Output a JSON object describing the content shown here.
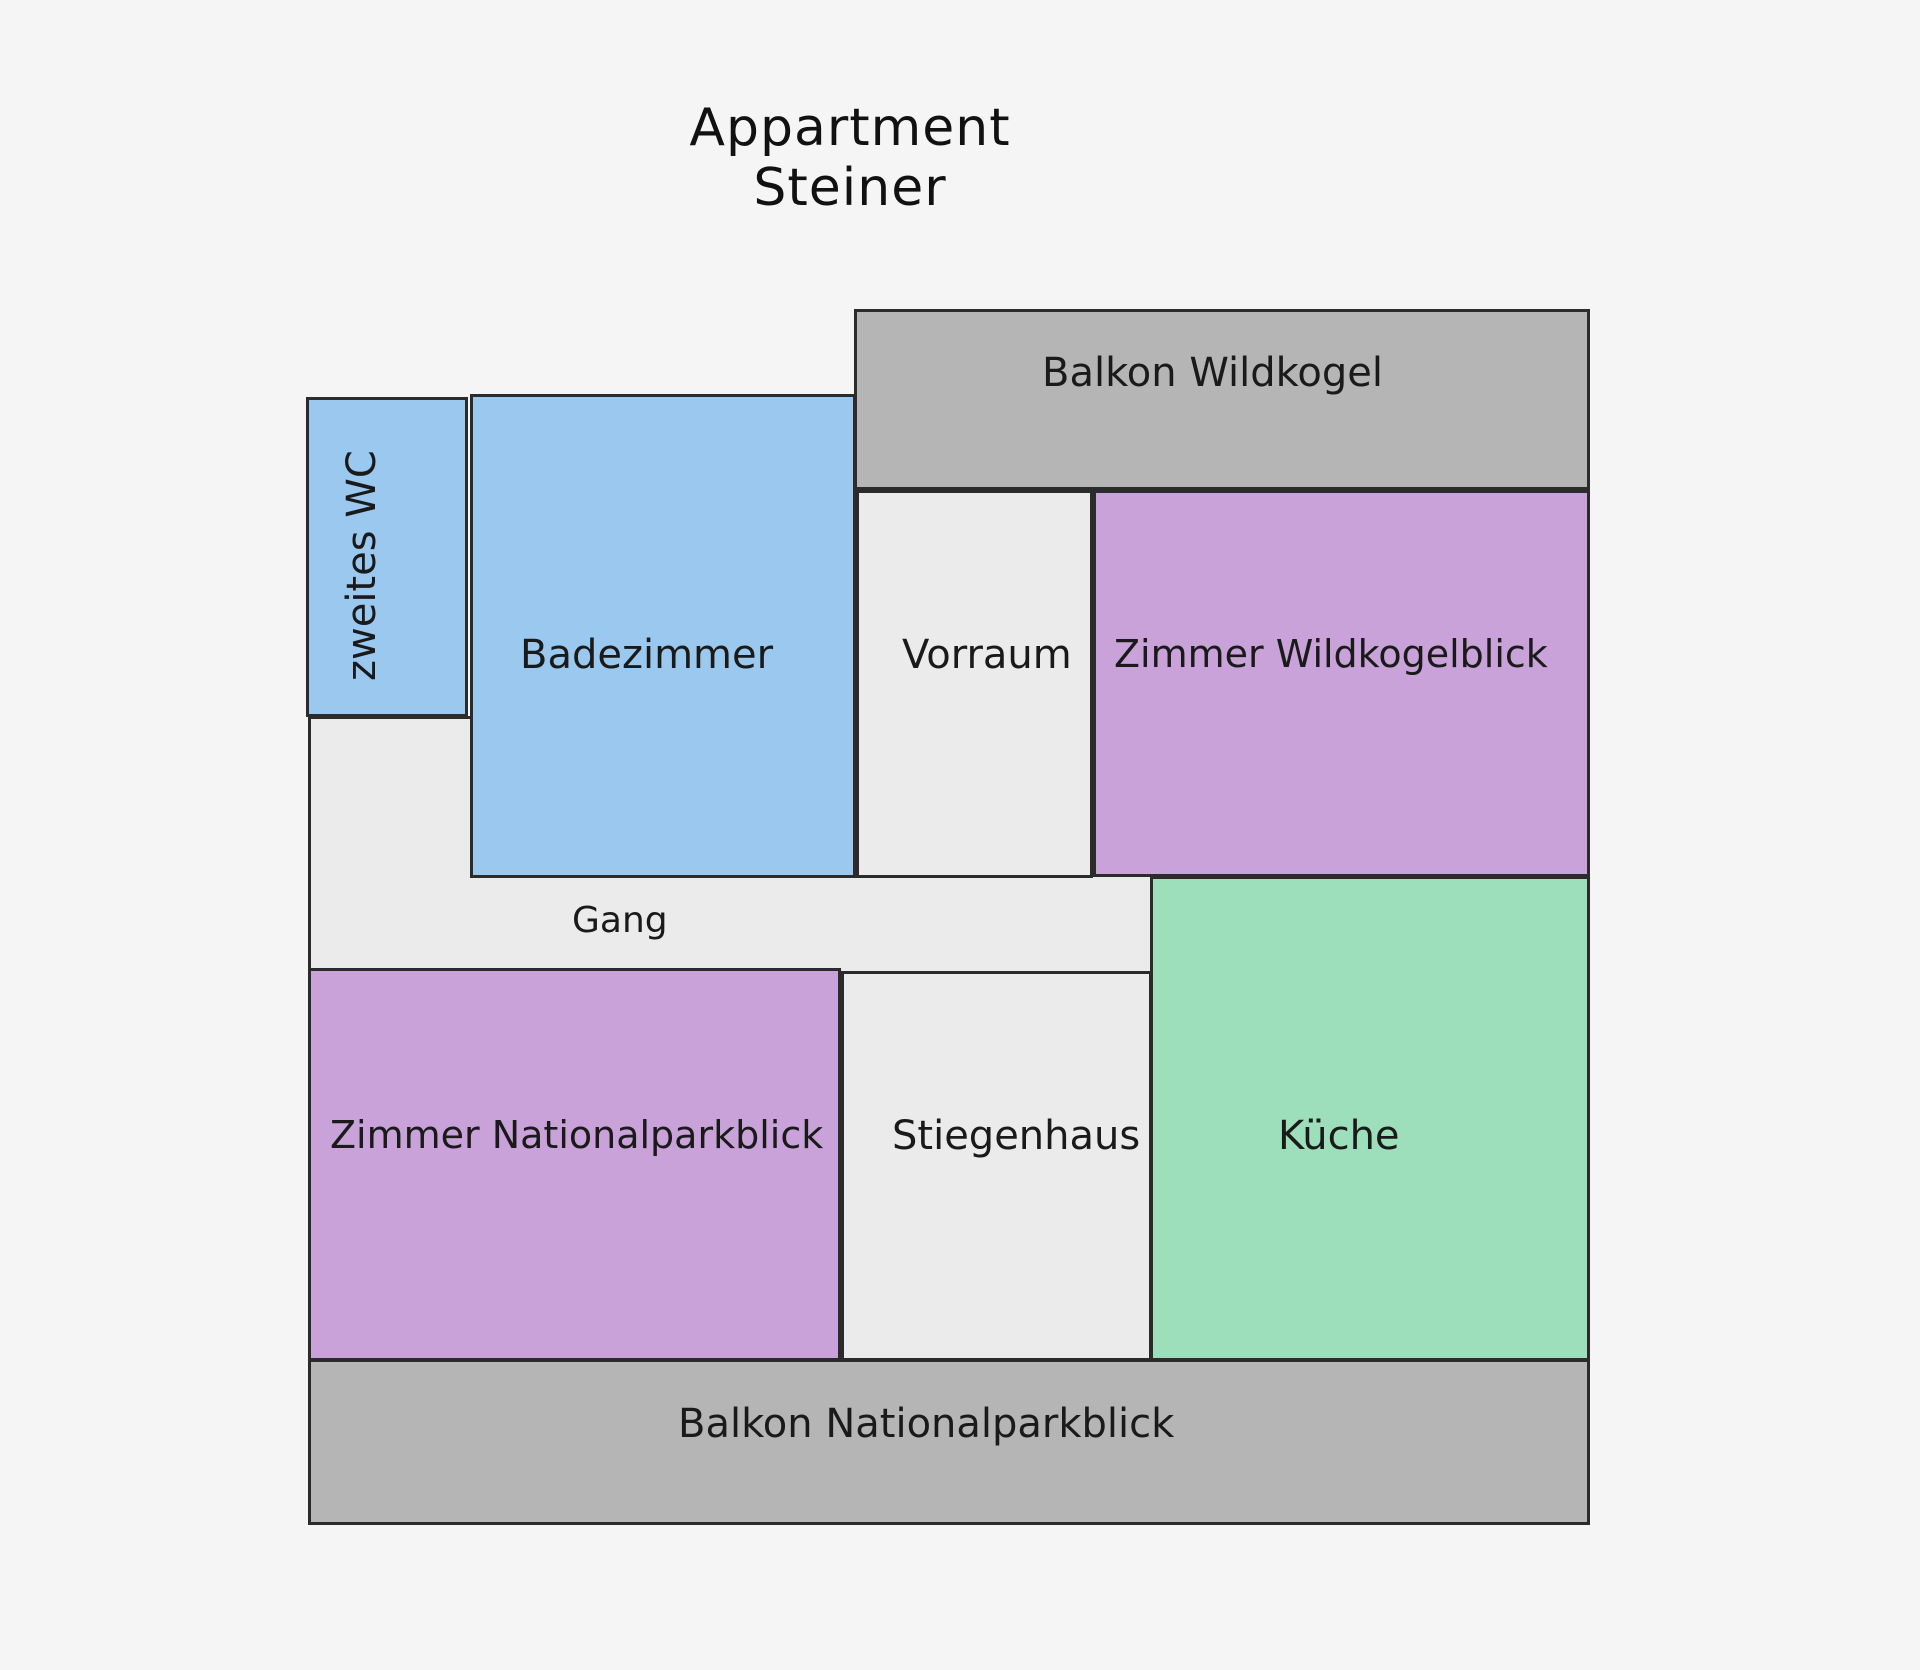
{
  "title": "Appartment Steiner",
  "colors": {
    "background": "#f5f5f5",
    "balkon": "#b5b5b5",
    "sanitaer": "#9ac8ee",
    "zimmer": "#c8a2d9",
    "kueche": "#9ddfbb",
    "verkehrsflaeche": "#ebebeb",
    "outline": "#2b2b2b"
  },
  "rooms": {
    "balkon_wildkogel": "Balkon Wildkogel",
    "zweites_wc": "zweites WC",
    "badezimmer": "Badezimmer",
    "vorraum": "Vorraum",
    "zimmer_wildkogelblick": "Zimmer Wildkogelblick",
    "gang": "Gang",
    "zimmer_nationalparkblick": "Zimmer Nationalparkblick",
    "stiegenhaus": "Stiegenhaus",
    "kueche": "Küche",
    "balkon_nationalparkblick": "Balkon Nationalparkblick"
  }
}
